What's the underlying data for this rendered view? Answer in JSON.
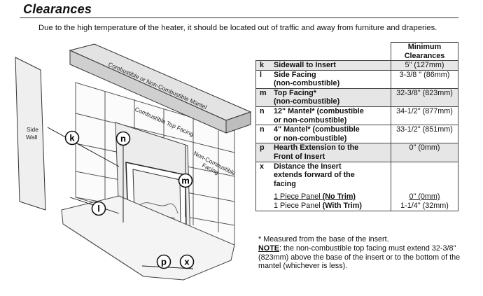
{
  "heading": "Clearances",
  "intro": "Due to the high temperature of the heater, it should be located out of traffic and away from furniture and draperies.",
  "diagram": {
    "mantel_label": "Combustible or Non-Combustible Mantel",
    "top_facing_label": "Combustible Top Facing",
    "noncomb_facing_line1": "Non-Combustible",
    "noncomb_facing_line2": "Facing",
    "side_wall_line1": "Side",
    "side_wall_line2": "Wall",
    "callouts": {
      "k": "k",
      "n": "n",
      "m": "m",
      "l": "l",
      "p": "p",
      "x": "x"
    }
  },
  "table": {
    "header_line1": "Minimum",
    "header_line2": "Clearances",
    "rows": [
      {
        "letter": "k",
        "desc_line1": "Sidewall to Insert",
        "desc_line2": "",
        "value": "5\" (127mm)"
      },
      {
        "letter": "l",
        "desc_line1": "Side Facing",
        "desc_line2": "(non-combustible)",
        "value": "3-3/8 \" (86mm)"
      },
      {
        "letter": "m",
        "desc_line1": "Top Facing*",
        "desc_line2": "(non-combustible)",
        "value": "32-3/8\" (823mm)"
      },
      {
        "letter": "n",
        "desc_line1": "12\" Mantel* (combustible",
        "desc_line2": "or non-combustible)",
        "value": "34-1/2\" (877mm)"
      },
      {
        "letter": "n",
        "desc_line1": "4\" Mantel* (combustible",
        "desc_line2": "or non-combustible)",
        "value": "33-1/2\" (851mm)"
      },
      {
        "letter": "p",
        "desc_line1": "Hearth Extension to the",
        "desc_line2": "Front of Insert",
        "value": "0\" (0mm)"
      }
    ],
    "x_row": {
      "letter": "x",
      "desc_line1": "Distance the Insert",
      "desc_line2": "extends forward of the",
      "desc_line3": "facing",
      "panel1_prefix": "1 Piece Panel ",
      "panel1_bold": "(No Trim)",
      "panel1_value": "0\" (0mm)",
      "panel2_prefix": "1 Piece Panel ",
      "panel2_bold": "(With Trim)",
      "panel2_value": "1-1/4\" (32mm)"
    }
  },
  "note": {
    "line1": "* Measured from the base of the insert.",
    "label": "NOTE",
    "text": ": the non-combustible top facing must extend 32-3/8\" (823mm) above the base of the insert or to the bottom of the mantel (whichever is less)."
  }
}
